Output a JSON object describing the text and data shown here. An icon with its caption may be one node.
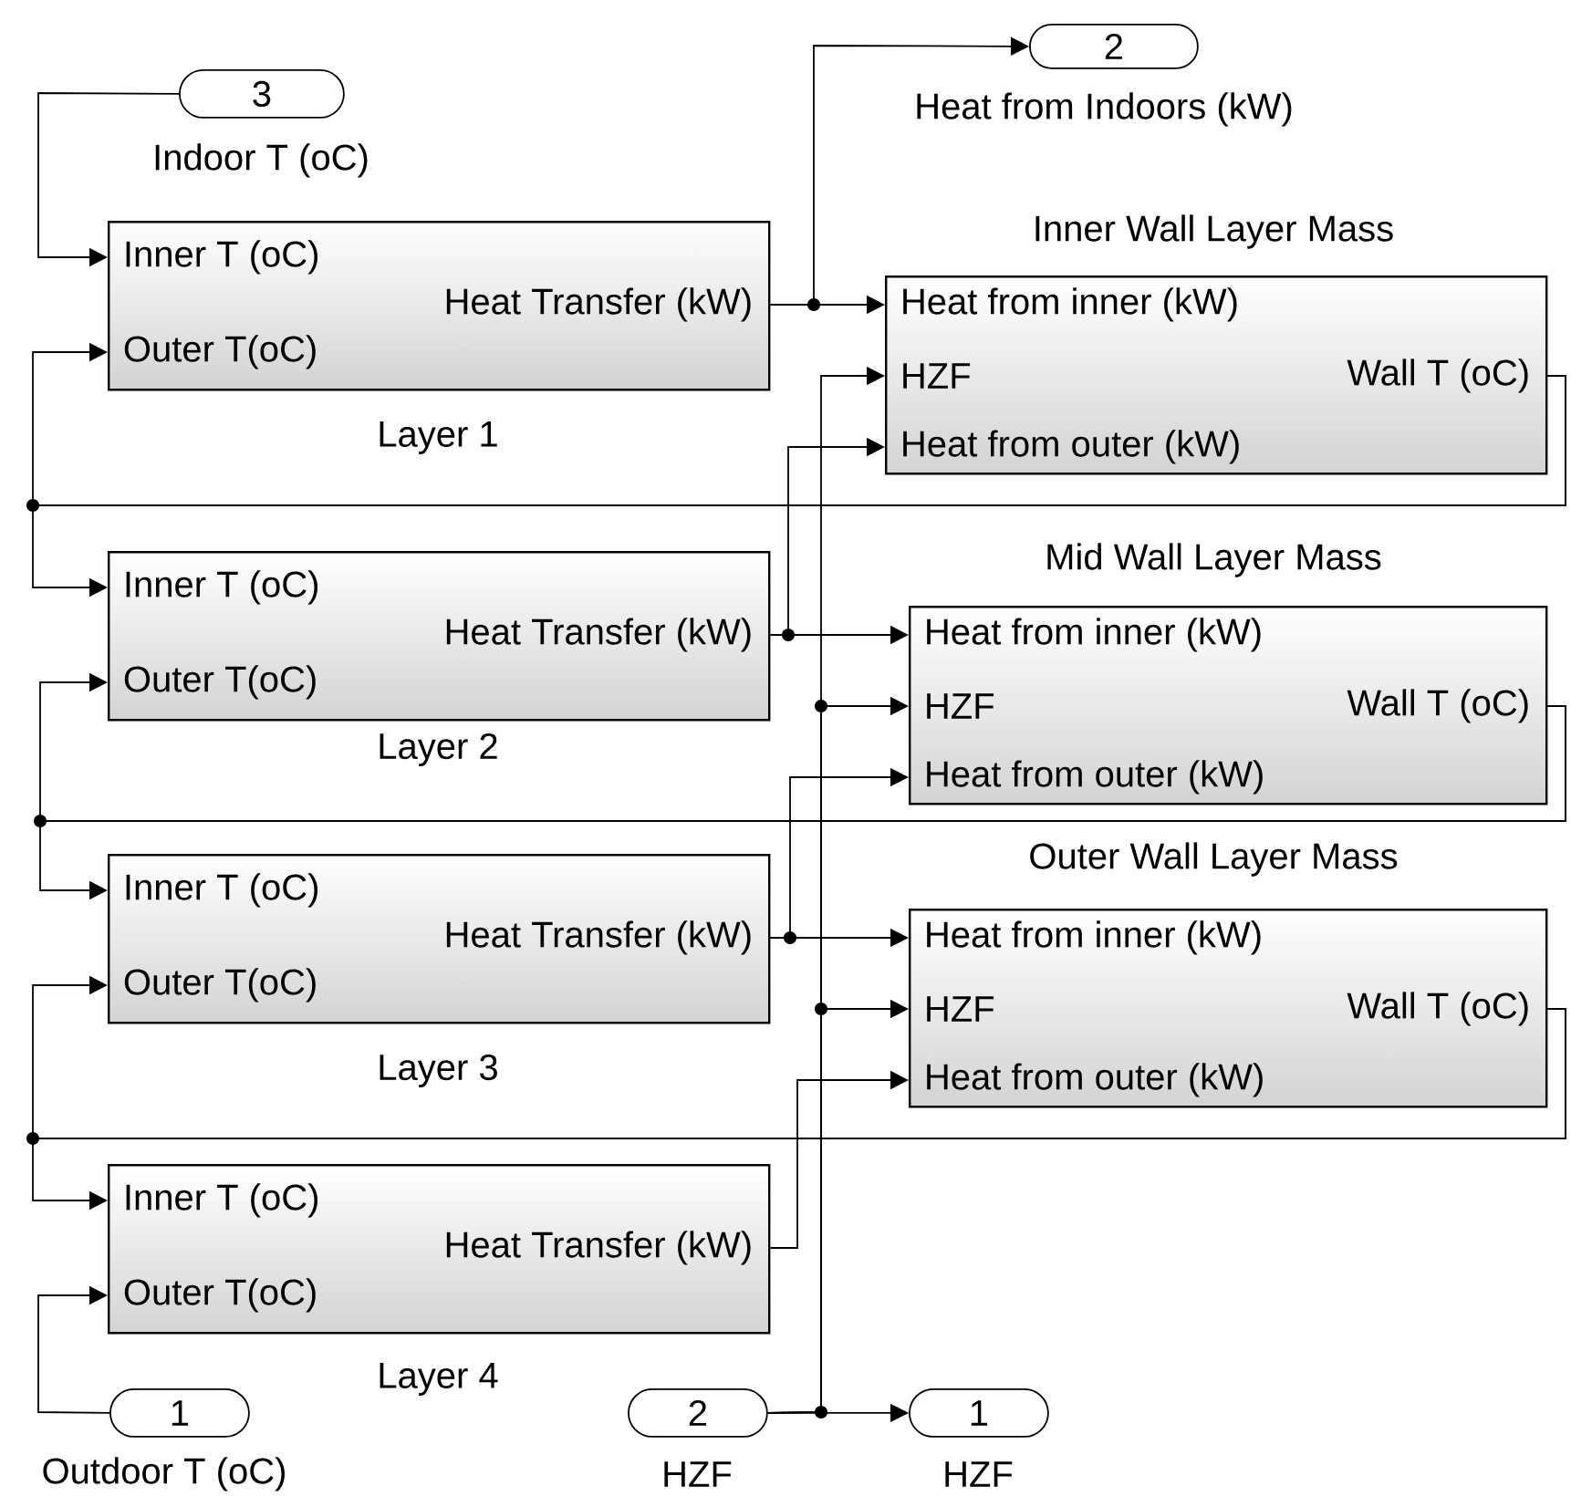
{
  "diagram": {
    "nodes": [
      {
        "text": [
          "3"
        ],
        "beside": [
          "Indoor T (oC)"
        ]
      },
      {
        "text": [
          "2"
        ],
        "beside": [
          "Heat from Indoors (kW)"
        ]
      },
      {
        "text": [
          "Inner T (oC)",
          "Heat Transfer (kW)",
          "Outer T(oC)"
        ],
        "beside": [
          "Layer 1"
        ]
      },
      {
        "text": [
          "Heat from inner (kW)",
          "HZF",
          "Wall T (oC)",
          "Heat from outer (kW)"
        ],
        "beside": [
          "Inner Wall Layer Mass"
        ]
      },
      {
        "text": [
          "Inner T (oC)",
          "Heat Transfer (kW)",
          "Outer T(oC)"
        ],
        "beside": [
          "Layer 2"
        ]
      },
      {
        "text": [
          "Heat from inner (kW)",
          "HZF",
          "Wall T (oC)",
          "Heat from outer (kW)"
        ],
        "beside": [
          "Mid Wall Layer Mass"
        ]
      },
      {
        "text": [
          "Inner T (oC)",
          "Heat Transfer (kW)",
          "Outer T(oC)"
        ],
        "beside": [
          "Layer 3"
        ]
      },
      {
        "text": [
          "Heat from inner (kW)",
          "HZF",
          "Wall T (oC)",
          "Heat from outer (kW)"
        ],
        "beside": [
          "Outer Wall Layer Mass"
        ]
      },
      {
        "text": [
          "Inner T (oC)",
          "Heat Transfer (kW)",
          "Outer T(oC)"
        ],
        "beside": [
          "Layer 4"
        ]
      },
      {
        "text": [
          "1"
        ],
        "beside": [
          "Outdoor T (oC)"
        ]
      },
      {
        "text": [
          "2"
        ],
        "beside": [
          "HZF"
        ]
      },
      {
        "text": [
          "1"
        ],
        "beside": [
          "HZF"
        ]
      }
    ],
    "edges": [
      {
        "from": 0,
        "to": 2,
        "arrow": "to"
      },
      {
        "from": 2,
        "to": 3,
        "arrow": "to"
      },
      {
        "from": 2,
        "to": 1,
        "arrow": "to"
      },
      {
        "from": 3,
        "to": 2,
        "arrow": "to"
      },
      {
        "from": 3,
        "to": 4,
        "arrow": "to"
      },
      {
        "from": 4,
        "to": 5,
        "arrow": "to"
      },
      {
        "from": 4,
        "to": 3,
        "arrow": "to"
      },
      {
        "from": 5,
        "to": 4,
        "arrow": "to"
      },
      {
        "from": 5,
        "to": 6,
        "arrow": "to"
      },
      {
        "from": 6,
        "to": 7,
        "arrow": "to"
      },
      {
        "from": 6,
        "to": 5,
        "arrow": "to"
      },
      {
        "from": 7,
        "to": 6,
        "arrow": "to"
      },
      {
        "from": 7,
        "to": 8,
        "arrow": "to"
      },
      {
        "from": 8,
        "to": 7,
        "arrow": "to"
      },
      {
        "from": 9,
        "to": 8,
        "arrow": "to"
      },
      {
        "from": 10,
        "to": 11,
        "arrow": "to"
      },
      {
        "from": 10,
        "to": 7,
        "arrow": "to"
      },
      {
        "from": 10,
        "to": 5,
        "arrow": "to"
      },
      {
        "from": 10,
        "to": 3,
        "arrow": "to"
      }
    ]
  }
}
